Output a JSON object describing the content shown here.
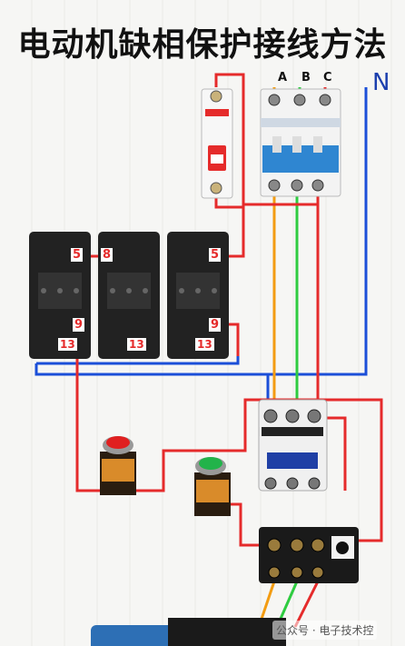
{
  "title": "电动机缺相保护接线方法",
  "phases": [
    "A",
    "B",
    "C"
  ],
  "neutral": "N",
  "terminal_numbers": {
    "relay1": [
      "5",
      "9",
      "13"
    ],
    "relay2": [
      "8",
      "13"
    ],
    "relay3": [
      "5",
      "9",
      "13"
    ]
  },
  "watermark": "公众号 · 电子技术控",
  "colors": {
    "phase_a": "#f39c12",
    "phase_b": "#2ecc40",
    "phase_c": "#e52b2b",
    "neutral": "#1b4fd8",
    "control": "#e52b2b"
  }
}
